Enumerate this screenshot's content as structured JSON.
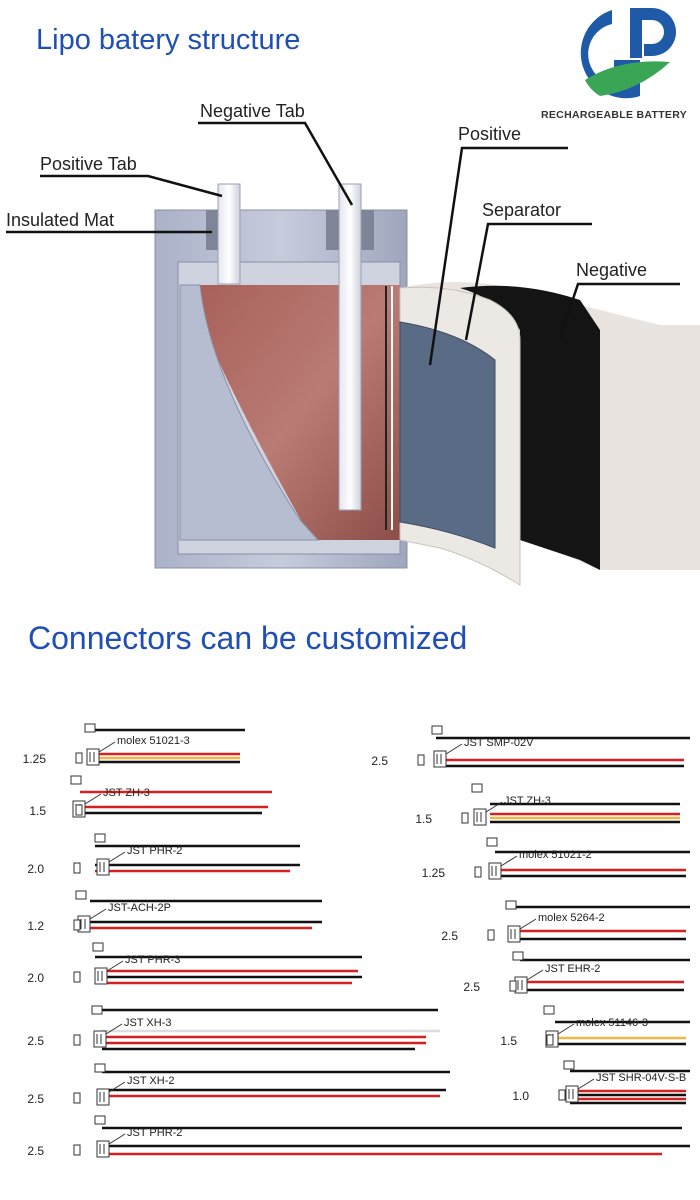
{
  "header": {
    "title": "Lipo batery structure",
    "logo_tagline": "RECHARGEABLE BATTERY"
  },
  "structure": {
    "labels": {
      "negative_tab": "Negative Tab",
      "positive_tab": "Positive Tab",
      "insulated_mat": "Insulated Mat",
      "positive": "Positive",
      "separator": "Separator",
      "negative": "Negative"
    }
  },
  "connectors_section": {
    "title": "Connectors can be customized",
    "left": [
      {
        "pitch": "1.25",
        "name": "molex 51021-3"
      },
      {
        "pitch": "1.5",
        "name": "JST ZH-3"
      },
      {
        "pitch": "2.0",
        "name": "JST PHR-2"
      },
      {
        "pitch": "1.2",
        "name": "JST-ACH-2P"
      },
      {
        "pitch": "2.0",
        "name": "JST PHR-3"
      },
      {
        "pitch": "2.5",
        "name": "JST XH-3"
      },
      {
        "pitch": "2.5",
        "name": "JST XH-2"
      },
      {
        "pitch": "2.5",
        "name": "JST PHR-2"
      }
    ],
    "right": [
      {
        "pitch": "2.5",
        "name": "JST SMP-02V"
      },
      {
        "pitch": "1.5",
        "name": "JST ZH-3"
      },
      {
        "pitch": "1.25",
        "name": "molex 51021-2"
      },
      {
        "pitch": "2.5",
        "name": "molex 5264-2"
      },
      {
        "pitch": "2.5",
        "name": "JST EHR-2"
      },
      {
        "pitch": "1.5",
        "name": "molex 51146-3"
      },
      {
        "pitch": "1.0",
        "name": "JST SHR-04V-S-B"
      }
    ]
  },
  "colors": {
    "heading": "#1f4fb4",
    "wire_red": "#d62020",
    "wire_black": "#111111",
    "wire_yellow": "#f2b54a",
    "logo_blue": "#1e5aa8",
    "logo_green": "#3aa655"
  }
}
